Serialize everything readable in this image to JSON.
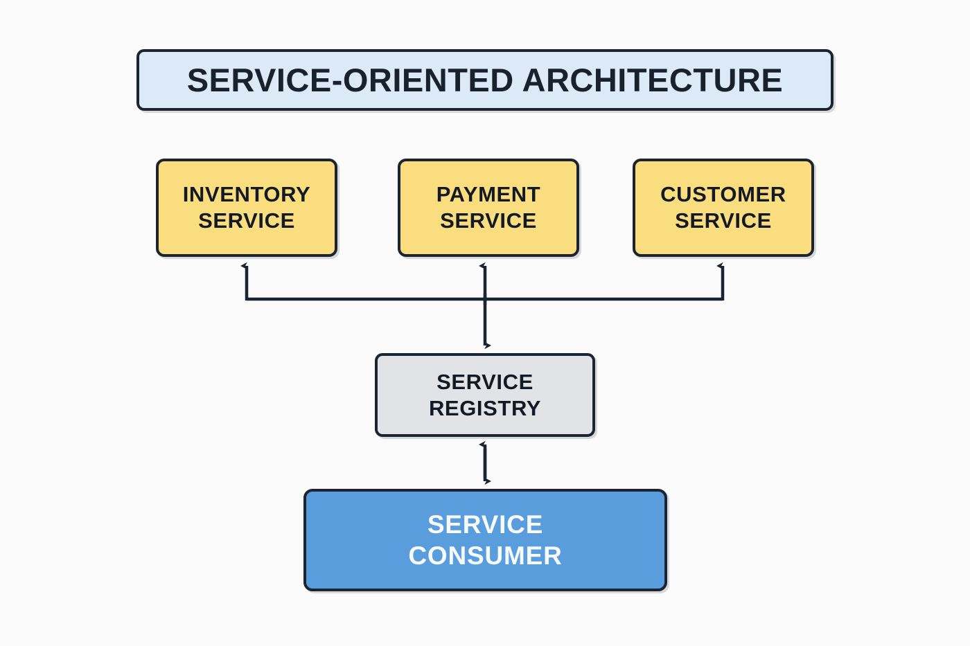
{
  "diagram": {
    "title": "SERVICE-ORIENTED ARCHITECTURE",
    "background_color": "#fbfbfb",
    "stroke_color": "#1b2430",
    "nodes": {
      "title_banner": {
        "label": "SERVICE-ORIENTED ARCHITECTURE",
        "fill_color": "#dce9f7",
        "role": "diagram-title"
      },
      "inventory_service": {
        "label": "INVENTORY\nSERVICE",
        "fill_color": "#f9dd7f",
        "role": "service-provider"
      },
      "payment_service": {
        "label": "PAYMENT\nSERVICE",
        "fill_color": "#f9dd7f",
        "role": "service-provider"
      },
      "customer_service": {
        "label": "CUSTOMER\nSERVICE",
        "fill_color": "#f9dd7f",
        "role": "service-provider"
      },
      "service_registry": {
        "label": "SERVICE\nREGISTRY",
        "fill_color": "#e1e3e6",
        "role": "registry"
      },
      "service_consumer": {
        "label": "SERVICE\nCONSUMER",
        "fill_color": "#599ddd",
        "text_color": "#f7fbff",
        "role": "consumer"
      }
    },
    "connectors": [
      {
        "id": "registry-to-inventory",
        "from": "service_registry",
        "to": "inventory_service",
        "style": "elbow",
        "arrowheads": "end"
      },
      {
        "id": "registry-to-payment",
        "from": "service_registry",
        "to": "payment_service",
        "style": "straight-vertical",
        "arrowheads": "both"
      },
      {
        "id": "registry-to-customer",
        "from": "service_registry",
        "to": "customer_service",
        "style": "elbow",
        "arrowheads": "end"
      },
      {
        "id": "consumer-to-registry",
        "from": "service_consumer",
        "to": "service_registry",
        "style": "straight-vertical",
        "arrowheads": "both"
      }
    ]
  }
}
